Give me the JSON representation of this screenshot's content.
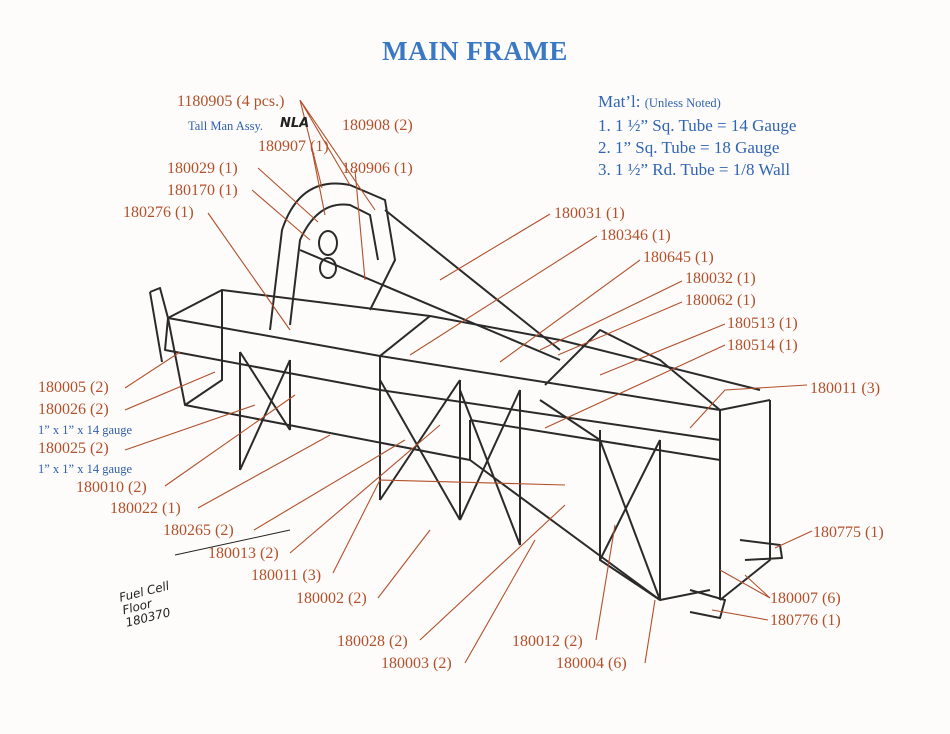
{
  "title": "MAIN FRAME",
  "material": {
    "heading": "Mat’l:",
    "heading_note": "(Unless Noted)",
    "lines": [
      "1. 1 ½” Sq. Tube  =  14 Gauge",
      "2. 1” Sq. Tube     =  18 Gauge",
      "3. 1 ½” Rd. Tube  =  1/8 Wall"
    ]
  },
  "labels": [
    "1180905 (4 pcs.)",
    "180908 (2)",
    "180907 (1)",
    "180906 (1)",
    "180029 (1)",
    "180170 (1)",
    "180276 (1)",
    "180031 (1)",
    "180346 (1)",
    "180645 (1)",
    "180032 (1)",
    "180062 (1)",
    "180513 (1)",
    "180514 (1)",
    "180011 (3)",
    "180005 (2)",
    "180026 (2)",
    "180025 (2)",
    "180010 (2)",
    "180022 (1)",
    "180265 (2)",
    "180013 (2)",
    "180011 (3)",
    "180002 (2)",
    "180028 (2)",
    "180003 (2)",
    "180012 (2)",
    "180004 (6)",
    "180775 (1)",
    "180007 (6)",
    "180776 (1)"
  ],
  "notes": [
    "Tall Man Assy.",
    "1” x 1” x 14 gauge",
    "1” x 1” x 14 gauge"
  ],
  "handwriting": {
    "nla": "NLA",
    "floor_note": [
      "Fuel Cell",
      "Floor",
      "180370"
    ]
  }
}
